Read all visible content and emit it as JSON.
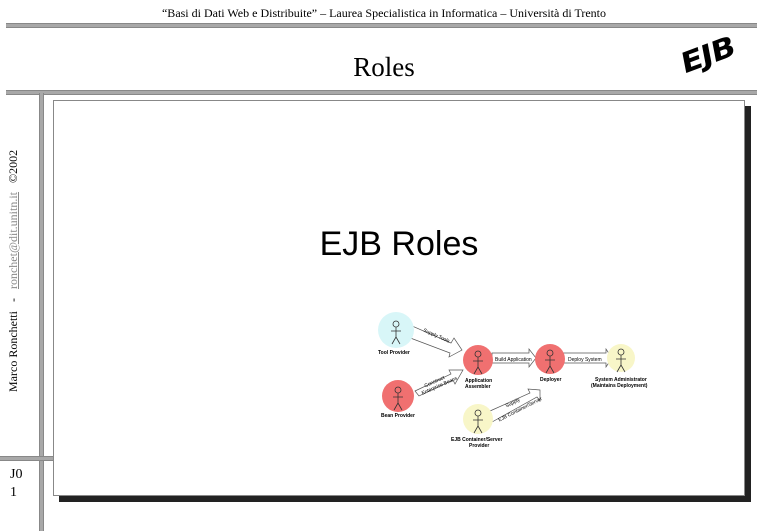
{
  "header": {
    "text": "“Basi di Dati Web e Distribuite” – Laurea Specialistica in Informatica – Università di Trento"
  },
  "title": "Roles",
  "logo": "EJB",
  "sidebar": {
    "author": "Marco Ronchetti",
    "separator": "-",
    "email": "ronchet@dit.unitn.it",
    "copyright": "©2002"
  },
  "slide_code": {
    "line1": "J0",
    "line2": "1"
  },
  "slide": {
    "heading": "EJB Roles"
  },
  "diagram": {
    "actors": [
      {
        "label": "Tool Provider",
        "color": "#d8f6f8"
      },
      {
        "label": "Bean Provider",
        "color": "#f07070"
      },
      {
        "label": "Application",
        "label2": "Assembler",
        "color": "#f07070"
      },
      {
        "label": "Deployer",
        "color": "#f07070"
      },
      {
        "label": "System Administrator",
        "label2": "(Maintains Deployment)",
        "color": "#f8f6c8"
      },
      {
        "label": "EJB Container/Server",
        "label2": "Provider",
        "color": "#f8f6c8"
      }
    ],
    "arrows": {
      "supply_tools": "Supply Tools",
      "construct1": "Construct",
      "construct2": "Enterprise Beans",
      "build": "Build Application",
      "deploy": "Deploy System",
      "supply1": "Supply",
      "supply2": "EJB Container/Server"
    }
  }
}
